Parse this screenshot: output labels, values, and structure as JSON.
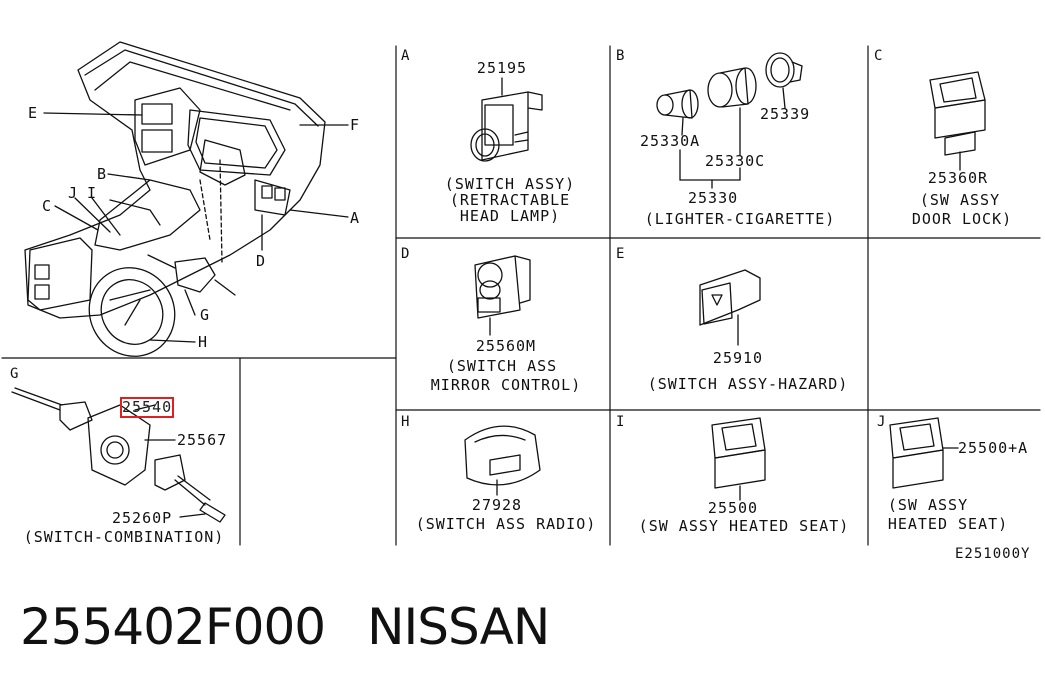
{
  "overview_callouts": {
    "e": "E",
    "f": "F",
    "b": "B",
    "j": "J",
    "i": "I",
    "c": "C",
    "a": "A",
    "d": "D",
    "g": "G",
    "h": "H"
  },
  "panels": {
    "a": {
      "letter": "A",
      "part": "25195",
      "desc": [
        "(SWITCH ASSY)",
        "(RETRACTABLE",
        "HEAD LAMP)"
      ]
    },
    "b": {
      "letter": "B",
      "parts": [
        "25339",
        "25330A",
        "25330C",
        "25330"
      ],
      "desc": "(LIGHTER-CIGARETTE)"
    },
    "c": {
      "letter": "C",
      "part": "25360R",
      "desc": [
        "(SW ASSY",
        "DOOR LOCK)"
      ]
    },
    "d": {
      "letter": "D",
      "part": "25560M",
      "desc": [
        "(SWITCH ASS",
        "MIRROR CONTROL)"
      ]
    },
    "e": {
      "letter": "E",
      "part": "25910",
      "desc": "(SWITCH ASSY-HAZARD)"
    },
    "h": {
      "letter": "H",
      "part": "27928",
      "desc": "(SWITCH ASS RADIO)"
    },
    "i": {
      "letter": "I",
      "part": "25500",
      "desc": "(SW ASSY HEATED SEAT)"
    },
    "j": {
      "letter": "J",
      "part": "25500+A",
      "desc": [
        "(SW ASSY",
        "HEATED SEAT)"
      ]
    },
    "g": {
      "letter": "G",
      "parts": [
        "25540",
        "25567",
        "25260P"
      ],
      "desc": "(SWITCH-COMBINATION)"
    }
  },
  "diagram_code": "E251000Y",
  "footer": {
    "part_number": "255402F000",
    "brand": "NISSAN"
  }
}
